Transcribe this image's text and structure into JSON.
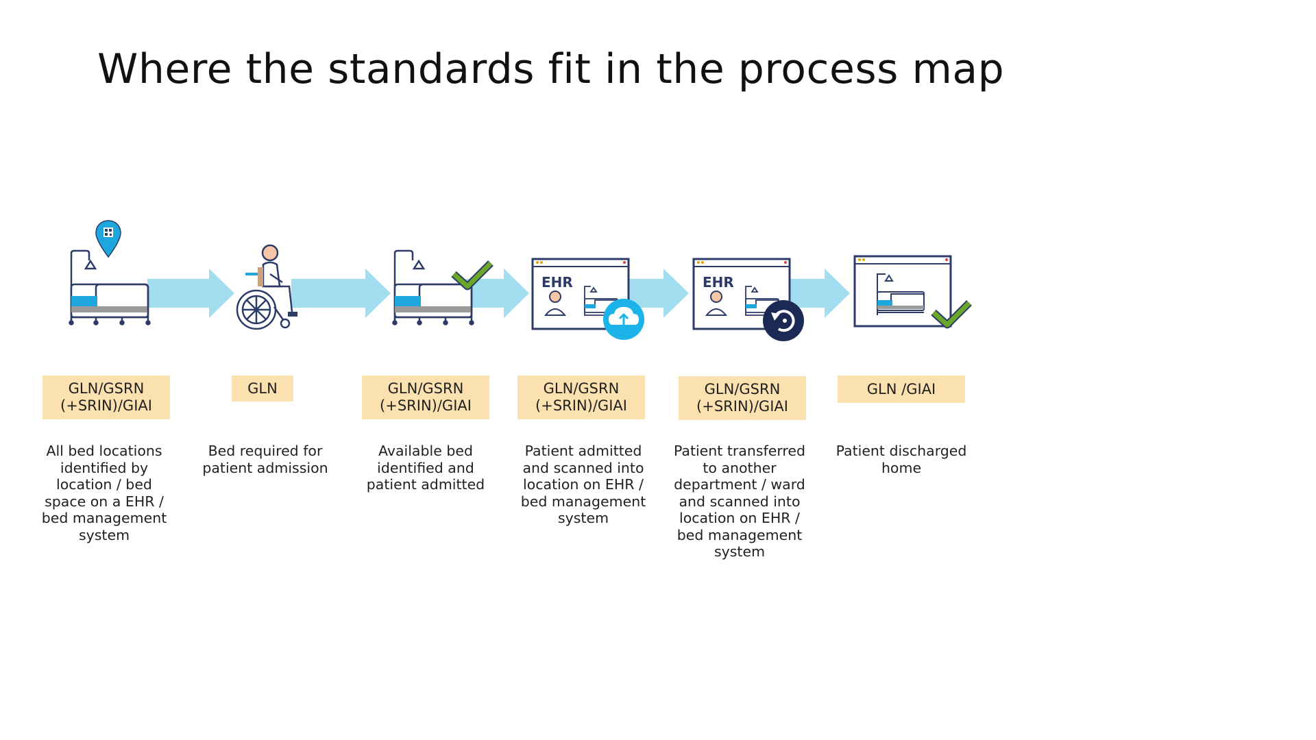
{
  "slide": {
    "title": "Where the standards fit in the process map"
  },
  "colors": {
    "arrow": "#a3def0",
    "label_bg": "#fbe1b0",
    "icon_outline": "#2b3a67",
    "bed_blue": "#1ea7dc",
    "pin_blue": "#1ea7dc",
    "check_green": "#6aa629",
    "cloud_blue": "#1bb3e8",
    "refresh_navy": "#1b2a55"
  },
  "steps": [
    {
      "icon": "bed-with-location-pin-icon",
      "standard": "GLN/GSRN\n(+SRIN)/GIAI",
      "description": "All bed locations\nidentified by\nlocation / bed\nspace on a EHR /\nbed management\nsystem"
    },
    {
      "icon": "patient-in-wheelchair-icon",
      "standard": "GLN",
      "description": "Bed required for\npatient admission"
    },
    {
      "icon": "bed-with-checkmark-icon",
      "standard": "GLN/GSRN\n(+SRIN)/GIAI",
      "description": "Available bed\nidentified and\npatient admitted"
    },
    {
      "icon": "ehr-window-cloud-upload-icon",
      "ehr_text": "EHR",
      "standard": "GLN/GSRN\n(+SRIN)/GIAI",
      "description": "Patient admitted\nand scanned into\nlocation on EHR /\nbed management\nsystem"
    },
    {
      "icon": "ehr-window-refresh-icon",
      "ehr_text": "EHR",
      "standard": "GLN/GSRN\n(+SRIN)/GIAI",
      "description": "Patient transferred\nto another\ndepartment / ward\nand  scanned into\nlocation on EHR /\nbed management\nsystem"
    },
    {
      "icon": "window-bed-checkmark-icon",
      "standard": "GLN /GIAI",
      "description": "Patient discharged\nhome"
    }
  ]
}
